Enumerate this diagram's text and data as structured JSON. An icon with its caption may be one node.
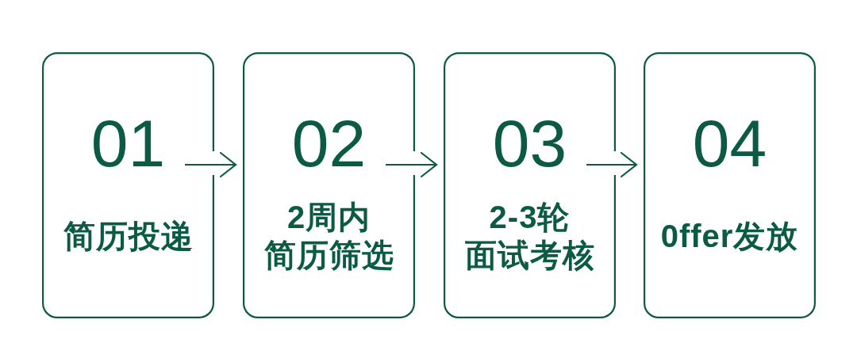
{
  "diagram": {
    "nodes": [
      {
        "text": [
          "01",
          "简历投递"
        ]
      },
      {
        "text": [
          "02",
          "2周内简历筛选"
        ]
      },
      {
        "text": [
          "03",
          "2-3轮面试考核"
        ]
      },
      {
        "text": [
          "04",
          "0ffer发放"
        ]
      }
    ],
    "edges": [
      {
        "from": 0,
        "to": 1,
        "arrow": "to"
      },
      {
        "from": 1,
        "to": 2,
        "arrow": "to"
      },
      {
        "from": 2,
        "to": 3,
        "arrow": "to"
      }
    ]
  }
}
